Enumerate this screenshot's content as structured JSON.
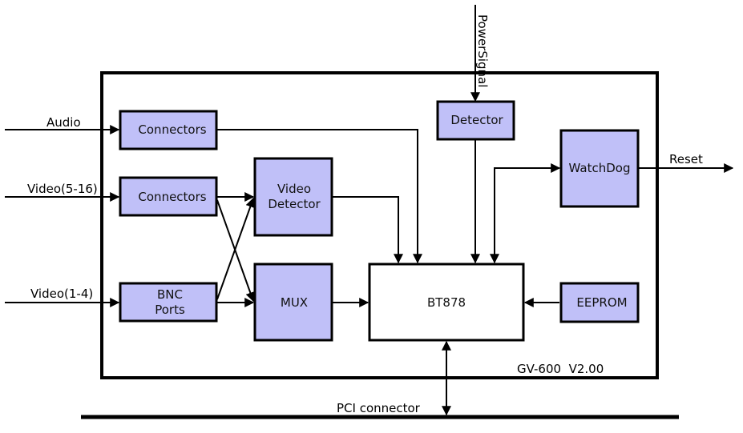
{
  "diagram": {
    "board_label": "GV-600  V2.00",
    "bus_label": "PCI connector",
    "colors": {
      "block_fill": "#c0c0f8",
      "line": "#000000",
      "chip_fill": "#ffffff"
    },
    "inputs": {
      "audio": "Audio",
      "video_5_16": "Video(5-16)",
      "video_1_4": "Video(1-4)",
      "power_signal": "PowerSignal"
    },
    "outputs": {
      "reset": "Reset"
    },
    "blocks": {
      "connectors_audio": "Connectors",
      "connectors_video": "Connectors",
      "bnc_ports_line1": "BNC",
      "bnc_ports_line2": "Ports",
      "video_detector_line1": "Video",
      "video_detector_line2": "Detector",
      "mux": "MUX",
      "detector": "Detector",
      "watchdog": "WatchDog",
      "bt878": "BT878",
      "eeprom": "EEPROM"
    },
    "connections": [
      {
        "from": "Audio",
        "to": "Connectors (audio)"
      },
      {
        "from": "Video(5-16)",
        "to": "Connectors (video)"
      },
      {
        "from": "Video(1-4)",
        "to": "BNC Ports"
      },
      {
        "from": "Connectors (video)",
        "to": "Video Detector"
      },
      {
        "from": "Connectors (video)",
        "to": "MUX"
      },
      {
        "from": "BNC Ports",
        "to": "Video Detector"
      },
      {
        "from": "BNC Ports",
        "to": "MUX"
      },
      {
        "from": "Connectors (audio)",
        "to": "BT878"
      },
      {
        "from": "Video Detector",
        "to": "BT878"
      },
      {
        "from": "MUX",
        "to": "BT878"
      },
      {
        "from": "PowerSignal",
        "to": "Detector"
      },
      {
        "from": "Detector",
        "to": "BT878"
      },
      {
        "from": "BT878",
        "to": "WatchDog"
      },
      {
        "from": "WatchDog",
        "to": "Reset"
      },
      {
        "from": "EEPROM",
        "to": "BT878"
      },
      {
        "from": "BT878",
        "to": "PCI connector",
        "bidirectional": true
      }
    ]
  }
}
